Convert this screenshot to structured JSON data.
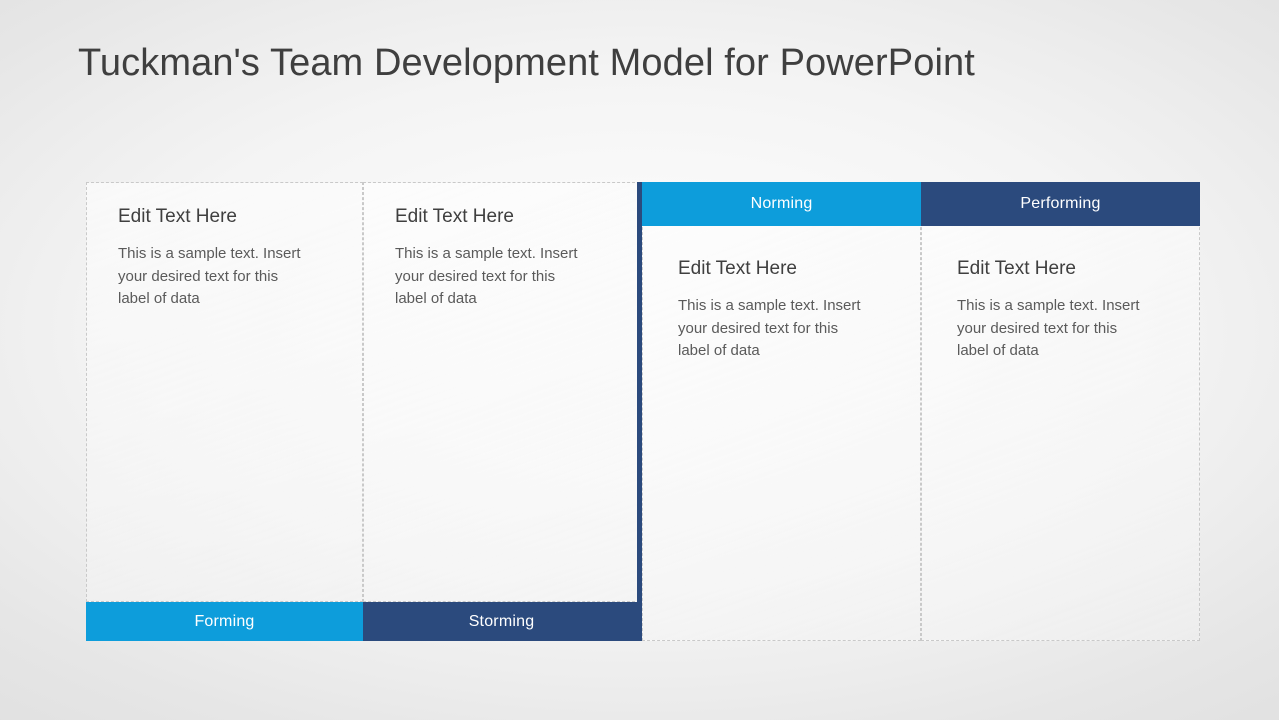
{
  "slide": {
    "title": "Tuckman's Team Development Model for PowerPoint"
  },
  "colors": {
    "accent_blue": "#0d9ddb",
    "accent_navy": "#2b4a7d",
    "title_text": "#3f3f3f",
    "body_text": "#5a5a5a",
    "panel_border": "#c9c9c9",
    "background_center": "#fbfbfb",
    "background_edge": "#e1e1e1"
  },
  "stages": [
    {
      "label": "Forming",
      "label_position": "bottom",
      "accent": "#0d9ddb",
      "heading": "Edit Text Here",
      "body": "This is a sample text. Insert your desired text for this label of data"
    },
    {
      "label": "Storming",
      "label_position": "bottom",
      "accent": "#2b4a7d",
      "heading": "Edit Text Here",
      "body": "This is a sample text. Insert your desired text for this label of data"
    },
    {
      "label": "Norming",
      "label_position": "top",
      "accent": "#0d9ddb",
      "heading": "Edit Text Here",
      "body": "This is a sample text. Insert your desired text for this label of data"
    },
    {
      "label": "Performing",
      "label_position": "top",
      "accent": "#2b4a7d",
      "heading": "Edit Text Here",
      "body": "This is a sample text. Insert your desired text for this label of data"
    }
  ]
}
